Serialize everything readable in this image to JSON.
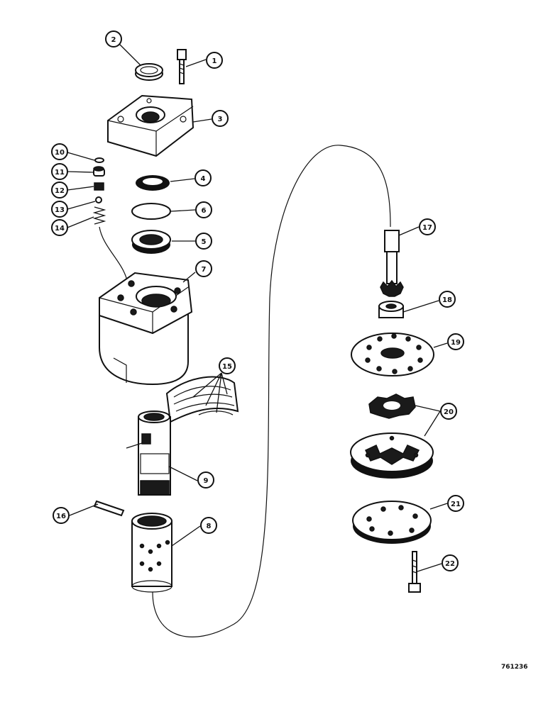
{
  "callouts": [
    {
      "id": "c1",
      "text": "1"
    },
    {
      "id": "c2",
      "text": "2"
    },
    {
      "id": "c3",
      "text": "3"
    },
    {
      "id": "c4",
      "text": "4"
    },
    {
      "id": "c5",
      "text": "5"
    },
    {
      "id": "c6",
      "text": "6"
    },
    {
      "id": "c7",
      "text": "7"
    },
    {
      "id": "c8",
      "text": "8"
    },
    {
      "id": "c9",
      "text": "9"
    },
    {
      "id": "c10",
      "text": "10"
    },
    {
      "id": "c11",
      "text": "11"
    },
    {
      "id": "c12",
      "text": "12"
    },
    {
      "id": "c13",
      "text": "13"
    },
    {
      "id": "c14",
      "text": "14"
    },
    {
      "id": "c15",
      "text": "15"
    },
    {
      "id": "c16",
      "text": "16"
    },
    {
      "id": "c17",
      "text": "17"
    },
    {
      "id": "c18",
      "text": "18"
    },
    {
      "id": "c19",
      "text": "19"
    },
    {
      "id": "c20",
      "text": "20"
    },
    {
      "id": "c21",
      "text": "21"
    },
    {
      "id": "c22",
      "text": "22"
    }
  ],
  "figure_id": "761236"
}
